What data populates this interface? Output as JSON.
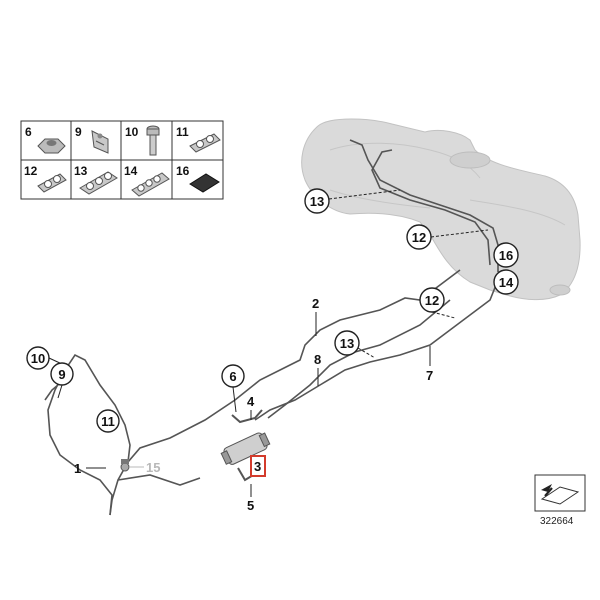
{
  "legend": {
    "cells": [
      {
        "num": "6",
        "icon": "hex-nut-icon"
      },
      {
        "num": "9",
        "icon": "bracket-clip-icon"
      },
      {
        "num": "10",
        "icon": "bolt-icon"
      },
      {
        "num": "11",
        "icon": "double-pipe-clip-icon"
      },
      {
        "num": "12",
        "icon": "double-clip-icon"
      },
      {
        "num": "13",
        "icon": "triple-clip-icon"
      },
      {
        "num": "14",
        "icon": "quad-clip-icon"
      },
      {
        "num": "16",
        "icon": "foam-pad-icon"
      }
    ]
  },
  "callouts": {
    "c1": "1",
    "c2": "2",
    "c3": "3",
    "c4": "4",
    "c5": "5",
    "c6": "6",
    "c7": "7",
    "c8": "8",
    "c9": "9",
    "c10": "10",
    "c11": "11",
    "c12a": "12",
    "c12b": "12",
    "c13a": "13",
    "c13b": "13",
    "c14": "14",
    "c15": "15",
    "c16": "16"
  },
  "footer": {
    "diagram_number": "322664",
    "icon": "view-arrow-icon"
  },
  "colors": {
    "line": "#555555",
    "tank": "#d9d9d9",
    "highlight": "#d33b2c",
    "grey_label": "#b8b8b8"
  }
}
